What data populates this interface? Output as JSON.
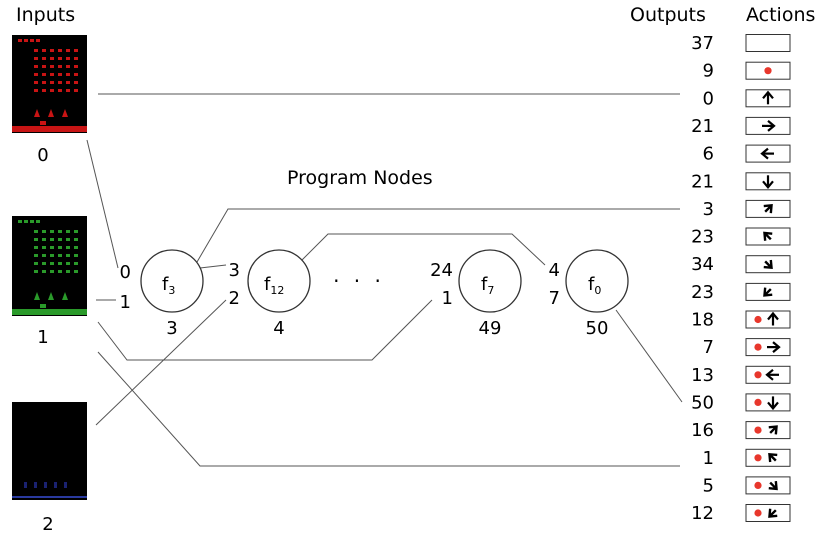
{
  "headers": {
    "inputs": "Inputs",
    "outputs": "Outputs",
    "actions": "Actions",
    "program_nodes": "Program Nodes"
  },
  "inputs": [
    {
      "label": "0",
      "theme": "red"
    },
    {
      "label": "1",
      "theme": "green"
    },
    {
      "label": "2",
      "theme": "blue"
    }
  ],
  "nodes": [
    {
      "func": "f",
      "sub": "3",
      "index": "3",
      "in_top": "0",
      "in_bottom": "1"
    },
    {
      "func": "f",
      "sub": "12",
      "index": "4",
      "in_top": "3",
      "in_bottom": "2"
    },
    {
      "func": "f",
      "sub": "7",
      "index": "49",
      "in_top": "24",
      "in_bottom": "1"
    },
    {
      "func": "f",
      "sub": "0",
      "index": "50",
      "in_top": "4",
      "in_bottom": "7"
    }
  ],
  "ellipsis": "· · ·",
  "outputs": [
    "37",
    "9",
    "0",
    "21",
    "6",
    "21",
    "3",
    "23",
    "34",
    "23",
    "18",
    "7",
    "13",
    "50",
    "16",
    "1",
    "5",
    "12"
  ],
  "actions": [
    {
      "fire": false,
      "dir": "none"
    },
    {
      "fire": true,
      "dir": "none"
    },
    {
      "fire": false,
      "dir": "up"
    },
    {
      "fire": false,
      "dir": "right"
    },
    {
      "fire": false,
      "dir": "left"
    },
    {
      "fire": false,
      "dir": "down"
    },
    {
      "fire": false,
      "dir": "up-right"
    },
    {
      "fire": false,
      "dir": "up-left"
    },
    {
      "fire": false,
      "dir": "down-right"
    },
    {
      "fire": false,
      "dir": "down-left"
    },
    {
      "fire": true,
      "dir": "up"
    },
    {
      "fire": true,
      "dir": "right"
    },
    {
      "fire": true,
      "dir": "left"
    },
    {
      "fire": true,
      "dir": "down"
    },
    {
      "fire": true,
      "dir": "up-right"
    },
    {
      "fire": true,
      "dir": "up-left"
    },
    {
      "fire": true,
      "dir": "down-right"
    },
    {
      "fire": true,
      "dir": "down-left"
    }
  ],
  "colors": {
    "fire_dot": "#e8372c",
    "red_input": "#c81414",
    "green_input": "#2a9a2a",
    "blue_input": "#202a7a",
    "screen_bg": "#000000"
  }
}
